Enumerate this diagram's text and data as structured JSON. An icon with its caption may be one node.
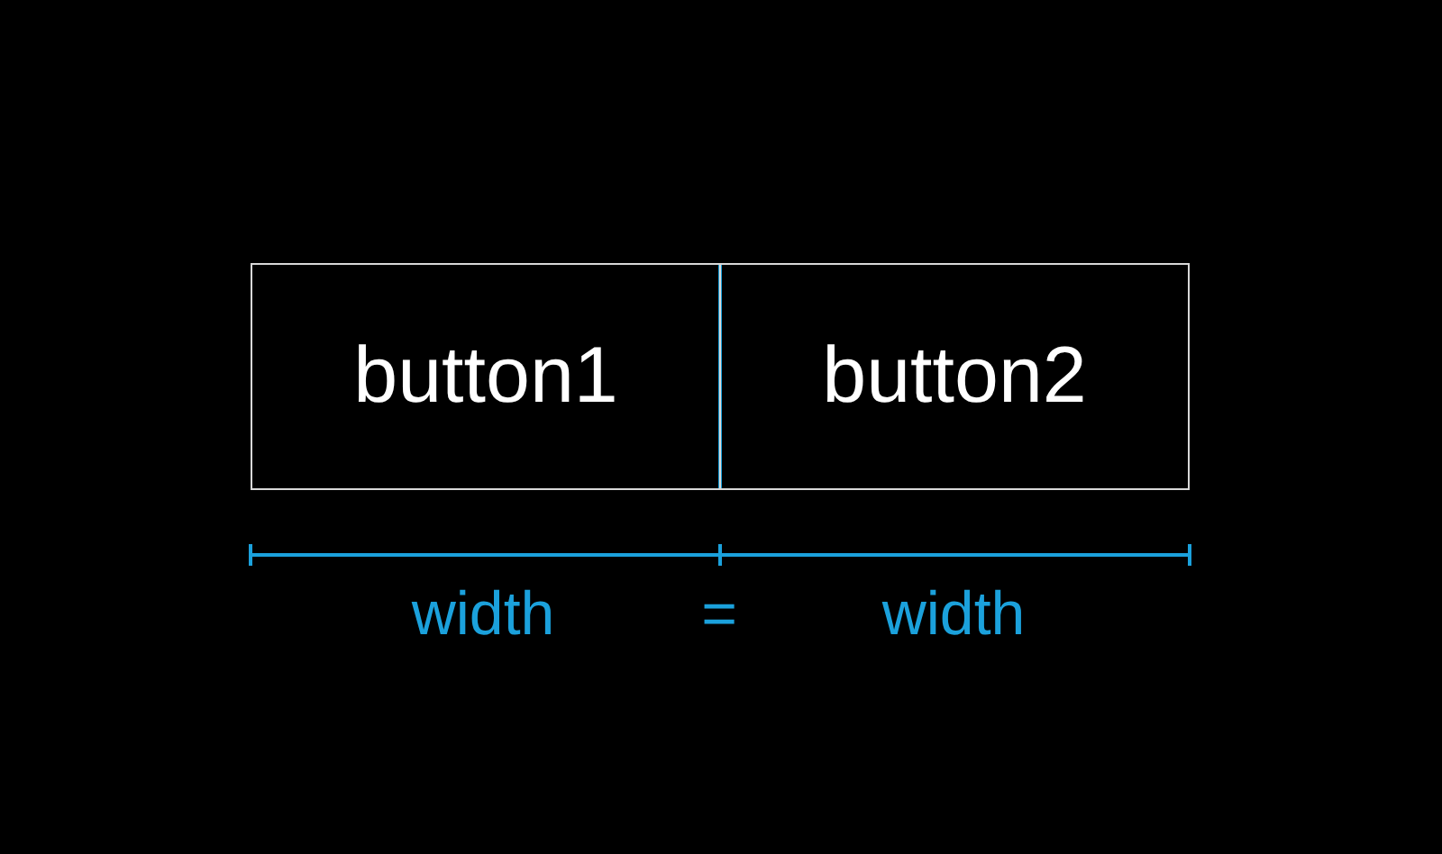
{
  "diagram": {
    "nodes": [
      {
        "text": [
          "button1"
        ]
      },
      {
        "text": [
          "button2"
        ]
      }
    ],
    "labels": [
      "width",
      "=",
      "width"
    ]
  }
}
